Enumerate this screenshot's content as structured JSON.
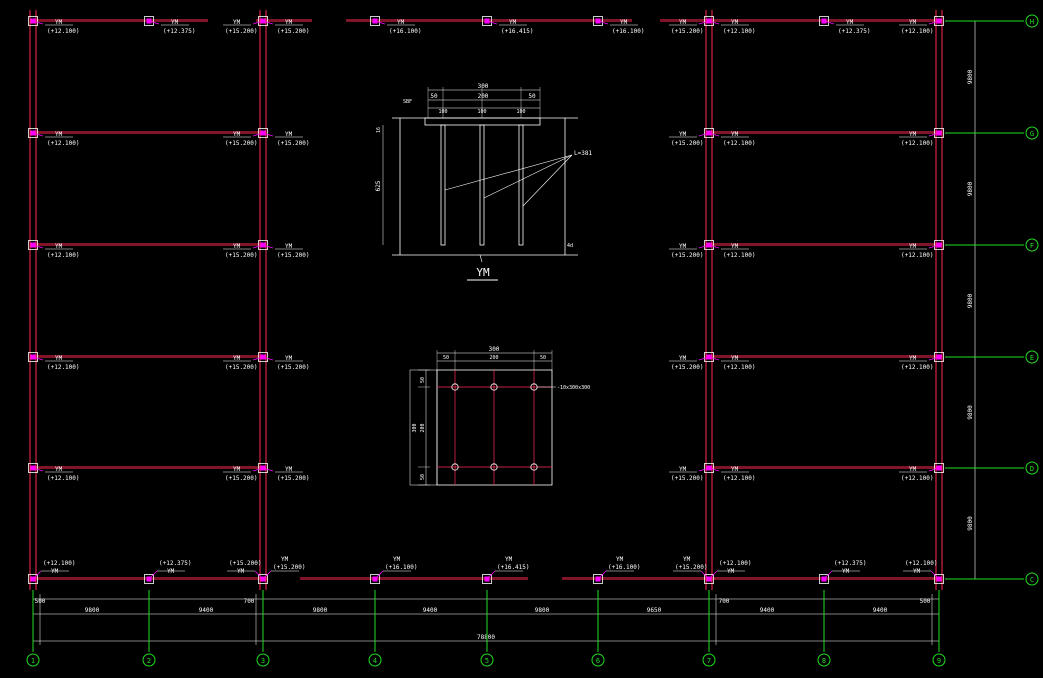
{
  "colors": {
    "background": "#000000",
    "beam": "#ff2a55",
    "column_marker": "#ff00ff",
    "column_box": "#ffffff",
    "axis": "#22dd22",
    "text": "#ffffff",
    "dimension": "#ffffff",
    "rebar": "#ff2a55"
  },
  "grid": {
    "col_axes": [
      "1",
      "2",
      "3",
      "4",
      "5",
      "6",
      "7",
      "8",
      "9"
    ],
    "row_axes": [
      "H",
      "G",
      "F",
      "E",
      "D",
      "C"
    ],
    "bottom_dimensions": [
      "500",
      "9800",
      "9400",
      "700",
      "9800",
      "9400",
      "9800",
      "9650",
      "700",
      "9400",
      "9400",
      "500"
    ],
    "total_dimension": "78800",
    "right_dimensions": [
      "9800",
      "9800",
      "9800",
      "9800",
      "9800"
    ]
  },
  "labels": {
    "tag": "YM",
    "elev_12": "(+12.100)",
    "elev_15": "(+15.200)",
    "elev_16": "(+16.100)",
    "elev_12375": "(+12.375)",
    "elev_16415": "(+16.415)"
  },
  "detail_section": {
    "title": "YM",
    "width_total": "300",
    "width_parts": [
      "50",
      "200",
      "50"
    ],
    "anchor_spacing": [
      "100",
      "100",
      "100"
    ],
    "depth": "625",
    "top_note": "16",
    "plate_note": "SBF",
    "rebar_note": "L=381",
    "right_mark": "4d"
  },
  "detail_plan": {
    "width_total": "300",
    "width_parts": [
      "50",
      "200",
      "50"
    ],
    "height_total": "300",
    "height_parts": [
      "50",
      "200",
      "50"
    ],
    "plate_label": "-10x300x300"
  }
}
